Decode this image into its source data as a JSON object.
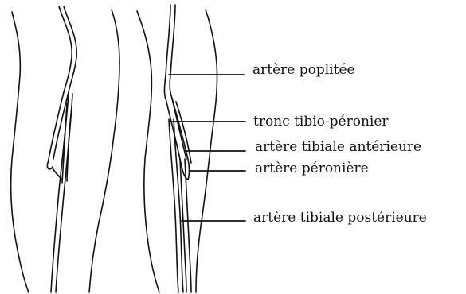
{
  "labels": {
    "popliteal": "artère poplitée",
    "tronc": "tronc tibio-péronier",
    "anterior": "artère tibiale antérieure",
    "peroneal": "artère péronière",
    "posterior": "artère tibiale postérieure"
  },
  "colors": {
    "ink": "#111111",
    "background": "#ffffff"
  }
}
